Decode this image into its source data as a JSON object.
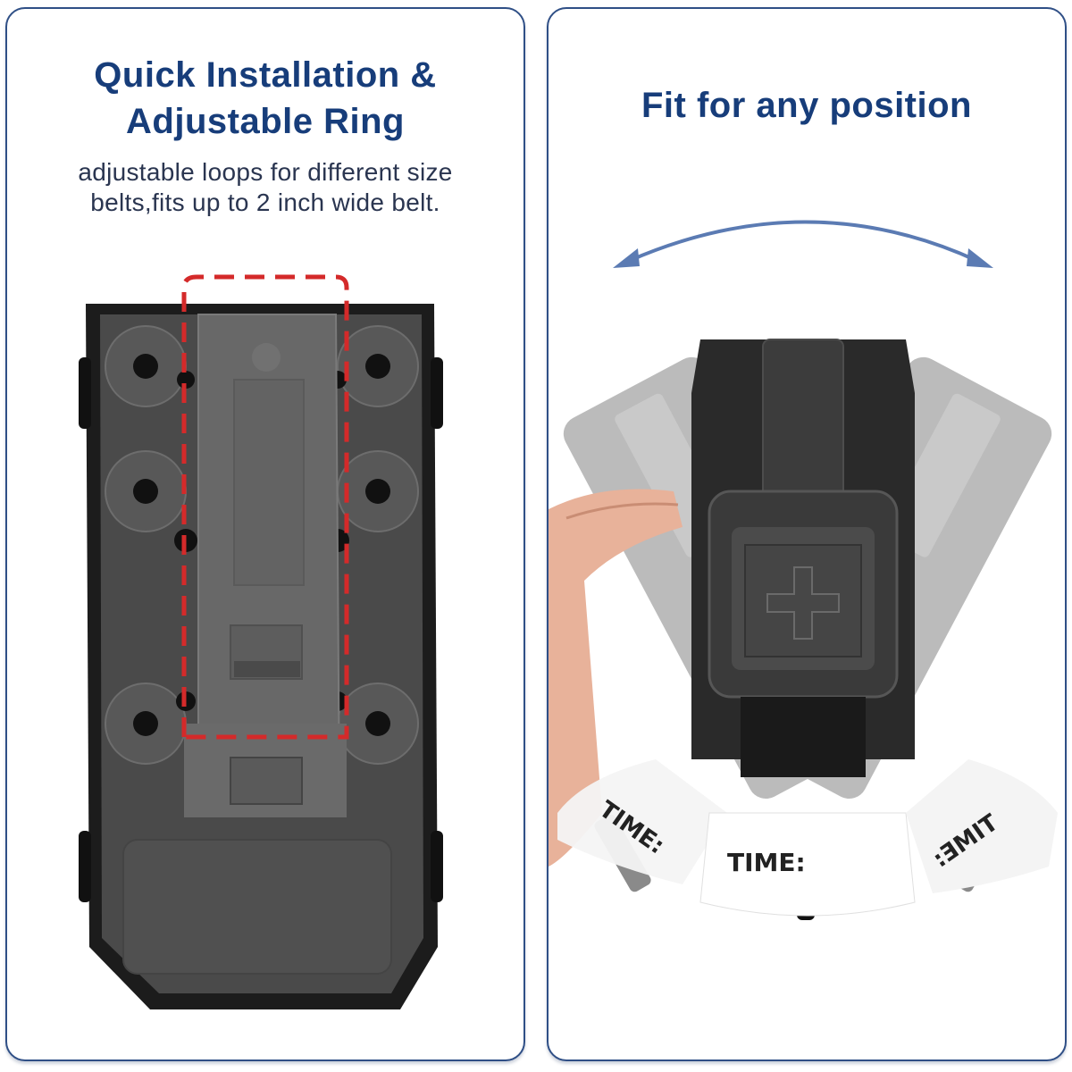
{
  "left_panel": {
    "title_line1": "Quick Installation &",
    "title_line2": "Adjustable Ring",
    "description_line1": "adjustable loops for different size",
    "description_line2": "belts,fits up to 2 inch wide belt.",
    "highlight_color": "#d42a2a"
  },
  "right_panel": {
    "title": "Fit for any position",
    "arrow_color": "#5b7bb3",
    "band_labels": {
      "left": "TIME:",
      "center": "TIME:",
      "right": "TIME:"
    }
  },
  "colors": {
    "border": "#2f4f86",
    "title": "#173d7a",
    "text": "#2a3550"
  }
}
